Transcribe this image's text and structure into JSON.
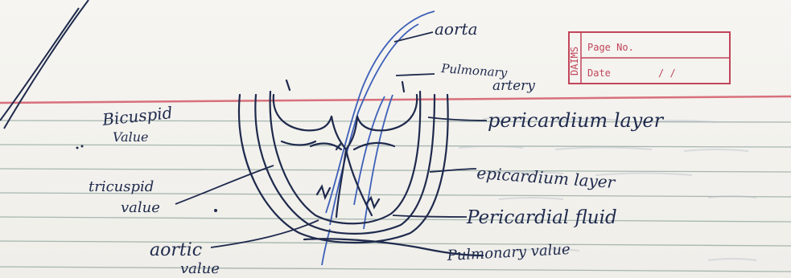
{
  "stamp": {
    "brand": "DAIMS",
    "page_label": "Page No.",
    "date_label": "Date",
    "date_separators": "/   /"
  },
  "labels": {
    "aorta": "aorta",
    "pulmonary_artery_line1": "Pulmonary",
    "pulmonary_artery_line2": "artery",
    "pericardium_layer": "pericardium layer",
    "epicardium_layer": "epicardium layer",
    "pericardial_fluid": "Pericardial fluid",
    "pulmonary_value": "Pulmonary value",
    "bicuspid_line1": "Bicuspid",
    "bicuspid_line2": "Value",
    "tricuspid_line1": "tricuspid",
    "tricuspid_line2": "value",
    "aortic_line1": "aortic",
    "aortic_line2": "value"
  },
  "colors": {
    "ink": "#1f2a4d",
    "blue_ink": "#3d5fb8",
    "page_margin_red": "#d8707c",
    "ruled_lines": "#8fa39b",
    "stamp_red": "#c2455a"
  }
}
